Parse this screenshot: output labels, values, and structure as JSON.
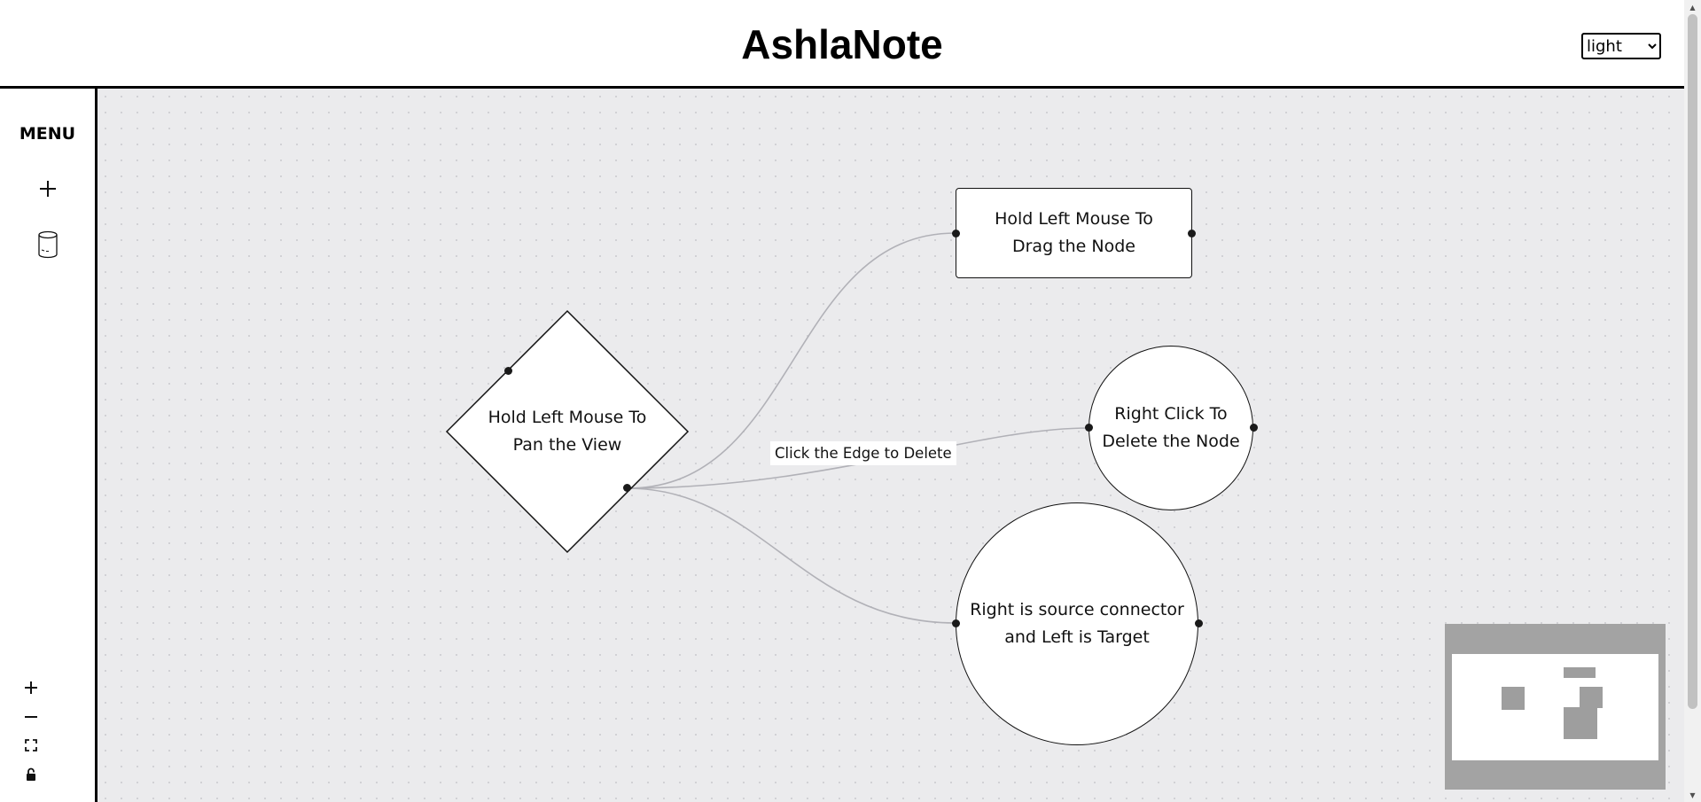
{
  "header": {
    "title": "AshlaNote",
    "theme_select": {
      "value": "light",
      "options": [
        "light"
      ]
    }
  },
  "sidebar": {
    "menu_label": "MENU",
    "items": [
      {
        "icon": "plus-icon"
      },
      {
        "icon": "database-icon"
      }
    ],
    "controls": [
      {
        "icon": "zoom-in-icon"
      },
      {
        "icon": "zoom-out-icon"
      },
      {
        "icon": "fit-view-icon"
      },
      {
        "icon": "lock-icon"
      }
    ]
  },
  "canvas": {
    "nodes": {
      "drag": {
        "shape": "rectangle",
        "line1": "Hold Left Mouse To",
        "line2": "Drag the Node"
      },
      "pan": {
        "shape": "diamond",
        "line1": "Hold Left Mouse To",
        "line2": "Pan the View"
      },
      "delete": {
        "shape": "circle",
        "line1": "Right Click To",
        "line2": "Delete the Node"
      },
      "source": {
        "shape": "circle",
        "line1": "Right is source connector",
        "line2": "and Left is Target"
      }
    },
    "edge_label": "Click the Edge to Delete"
  },
  "colors": {
    "canvas_bg": "#ebebed",
    "edge": "#b1b1b7",
    "minimap_bg": "#a3a3a3",
    "minimap_node": "#9e9e9e"
  }
}
